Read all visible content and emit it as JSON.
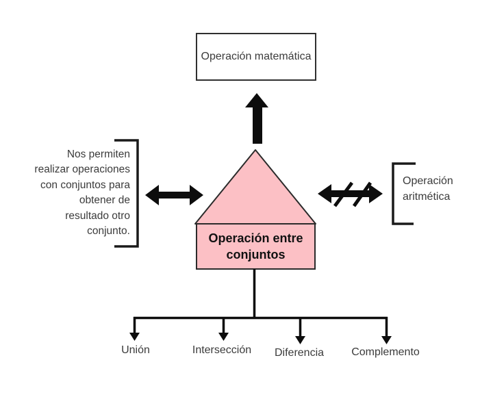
{
  "diagram": {
    "title_box": {
      "label": "Operación matemática"
    },
    "house": {
      "label": "Operación entre conjuntos"
    },
    "left_note": {
      "lines": [
        "Nos permiten",
        "realizar operaciones",
        "con conjuntos para",
        "obtener de",
        "resultado otro",
        "conjunto."
      ]
    },
    "right_note": {
      "label": "Operación aritmética"
    },
    "operations": [
      {
        "label": "Unión"
      },
      {
        "label": "Intersección"
      },
      {
        "label": "Diferencia"
      },
      {
        "label": "Complemento"
      }
    ],
    "colors": {
      "background": "#ffffff",
      "house_fill": "#fcc0c5",
      "outline": "#2b2b2b",
      "arrow": "#0d0d0d",
      "text": "#3d3d3d",
      "bold_text": "#111111"
    }
  }
}
